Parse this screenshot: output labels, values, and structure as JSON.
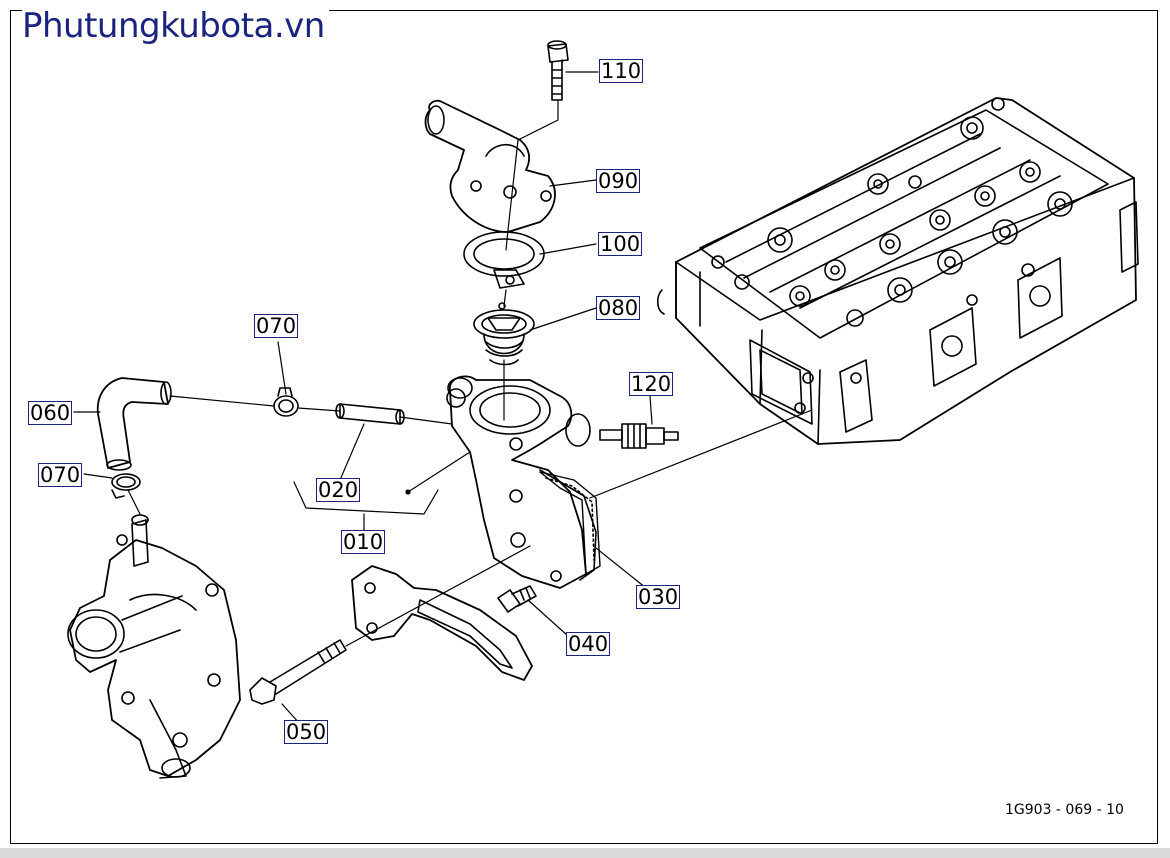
{
  "brand": "Phutungkubota.vn",
  "drawing_code": "1G903 - 069 - 10",
  "parts": [
    {
      "id": "p110",
      "label": "110",
      "name": "bolt"
    },
    {
      "id": "p090",
      "label": "090",
      "name": "thermostat-cover"
    },
    {
      "id": "p100",
      "label": "100",
      "name": "gasket"
    },
    {
      "id": "p080",
      "label": "080",
      "name": "thermostat"
    },
    {
      "id": "p070a",
      "label": "070",
      "name": "hose-clamp"
    },
    {
      "id": "p120",
      "label": "120",
      "name": "temperature-sensor"
    },
    {
      "id": "p060",
      "label": "060",
      "name": "bypass-hose"
    },
    {
      "id": "p070b",
      "label": "070",
      "name": "hose-clamp"
    },
    {
      "id": "p020",
      "label": "020",
      "name": "pipe"
    },
    {
      "id": "p010",
      "label": "010",
      "name": "thermostat-housing-assy"
    },
    {
      "id": "p030",
      "label": "030",
      "name": "housing-gasket"
    },
    {
      "id": "p040",
      "label": "040",
      "name": "bolt"
    },
    {
      "id": "p050",
      "label": "050",
      "name": "long-bolt"
    }
  ],
  "colors": {
    "brand": "#1a237e",
    "callout_border": "#1a237e",
    "line": "#000000"
  }
}
